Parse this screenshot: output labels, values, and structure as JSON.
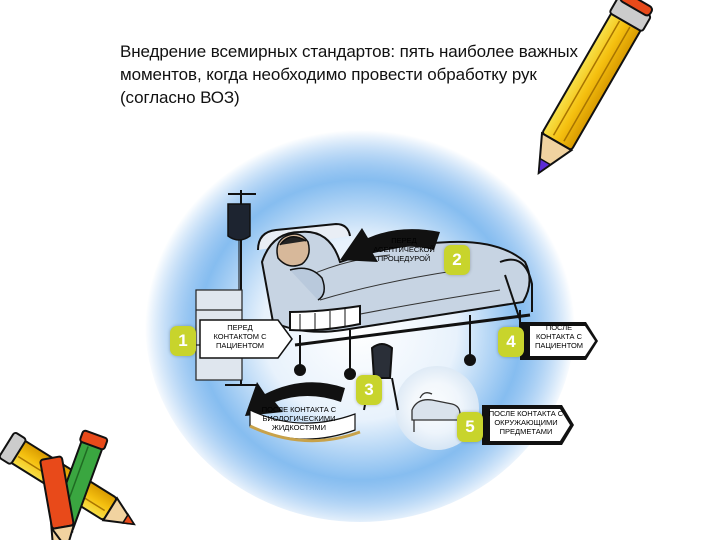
{
  "title": {
    "line1": "Внедрение всемирных стандартов: пять наиболее важных",
    "line2": "моментов, когда необходимо провести обработку рук",
    "line3": "(согласно ВОЗ)"
  },
  "moments": [
    {
      "number": "1",
      "label": "ПЕРЕД КОНТАКТОМ С ПАЦИЕНТОМ"
    },
    {
      "number": "2",
      "label": "ПЕРЕД АСЕПТИЧЕСКОЙ ПРОЦЕДУРОЙ"
    },
    {
      "number": "3",
      "label": "ПОСЛЕ КОНТАКТА С БИОЛОГИЧЕСКИМИ ЖИДКОСТЯМИ"
    },
    {
      "number": "4",
      "label": "ПОСЛЕ КОНТАКТА С ПАЦИЕНТОМ"
    },
    {
      "number": "5",
      "label": "ПОСЛЕ КОНТАКТА С ОКРУЖАЮЩИМИ ПРЕДМЕТАМИ"
    }
  ],
  "colors": {
    "glow": "#4f9be8",
    "badge": "#c8d42c",
    "pencil_body": "#f5d020",
    "pencil_tip": "#e84a1a"
  }
}
